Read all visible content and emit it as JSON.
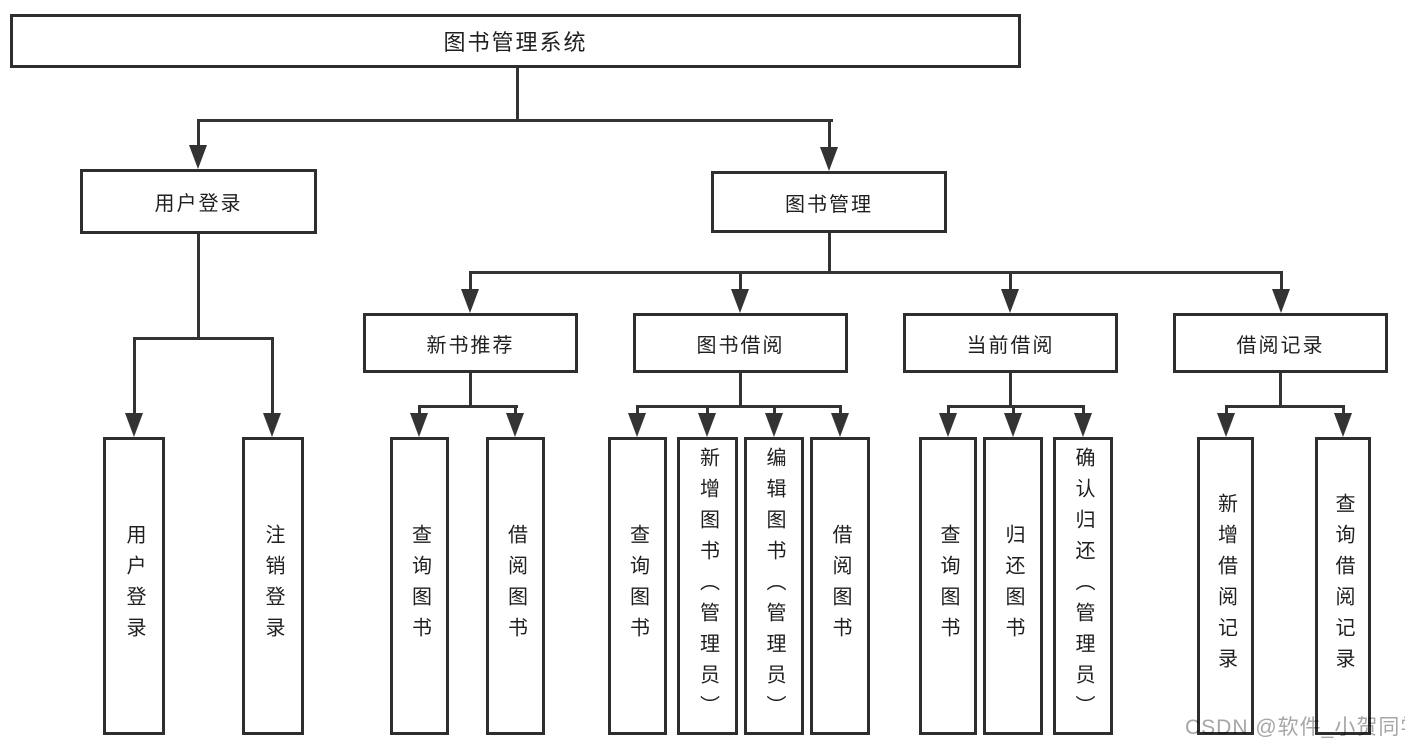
{
  "diagram": {
    "root": {
      "label": "图书管理系统"
    },
    "level2": [
      {
        "label": "用户登录"
      },
      {
        "label": "图书管理"
      }
    ],
    "level3": [
      {
        "label": "新书推荐"
      },
      {
        "label": "图书借阅"
      },
      {
        "label": "当前借阅"
      },
      {
        "label": "借阅记录"
      }
    ],
    "leaves": {
      "login": [
        "用户登录",
        "注销登录"
      ],
      "recommend": [
        "查询图书",
        "借阅图书"
      ],
      "borrow": [
        "查询图书",
        "新增图书（管理员）",
        "编辑图书（管理员）",
        "借阅图书"
      ],
      "current": [
        "查询图书",
        "归还图书",
        "确认归还（管理员）"
      ],
      "record": [
        "新增借阅记录",
        "查询借阅记录"
      ]
    }
  },
  "watermark": {
    "text": "CSDN @软件_小贺同学"
  },
  "colors": {
    "line": "#333333",
    "box_border": "#2e2e2e",
    "text": "#1f1f1f",
    "watermark": "#a6a6a6",
    "background": "#ffffff"
  }
}
